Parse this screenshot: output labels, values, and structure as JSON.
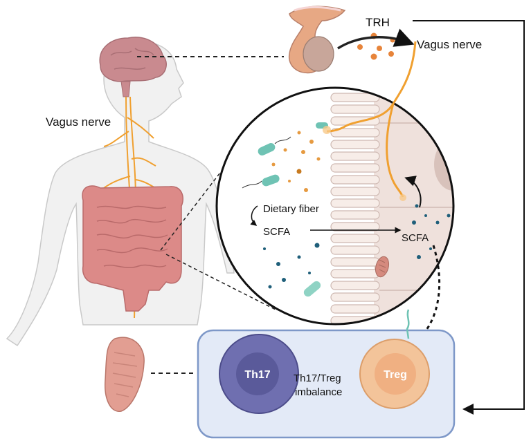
{
  "labels": {
    "trh": "TRH",
    "vagus_nerve_top": "Vagus nerve",
    "vagus_nerve_body": "Vagus nerve",
    "dietary_fiber": "Dietary fiber",
    "scfa_lumen": "SCFA",
    "scfa_tissue": "SCFA",
    "th17": "Th17",
    "treg": "Treg",
    "imbalance_line1": "Th17/Treg",
    "imbalance_line2": "imbalance"
  },
  "colors": {
    "nerve": "#f0a030",
    "brain": "#c98a8f",
    "intestine": "#dc8a88",
    "body_outline": "#c9c9c9",
    "immune_box_fill": "#e3eaf7",
    "immune_box_stroke": "#7e98c8",
    "th17_outer": "#6f6fb0",
    "th17_inner": "#5a5a9a",
    "treg_outer": "#f3c49a",
    "treg_inner": "#f0b082",
    "villi": "#f7ede8",
    "epithelium": "#efe1dc",
    "scfa_dot_dark": "#1f5f7a",
    "scfa_dot_orange": "#e69a40"
  },
  "icons": [
    "brain-icon",
    "pituitary-icon",
    "spleen-icon",
    "bacteria-icon",
    "mitochondrion-icon"
  ]
}
